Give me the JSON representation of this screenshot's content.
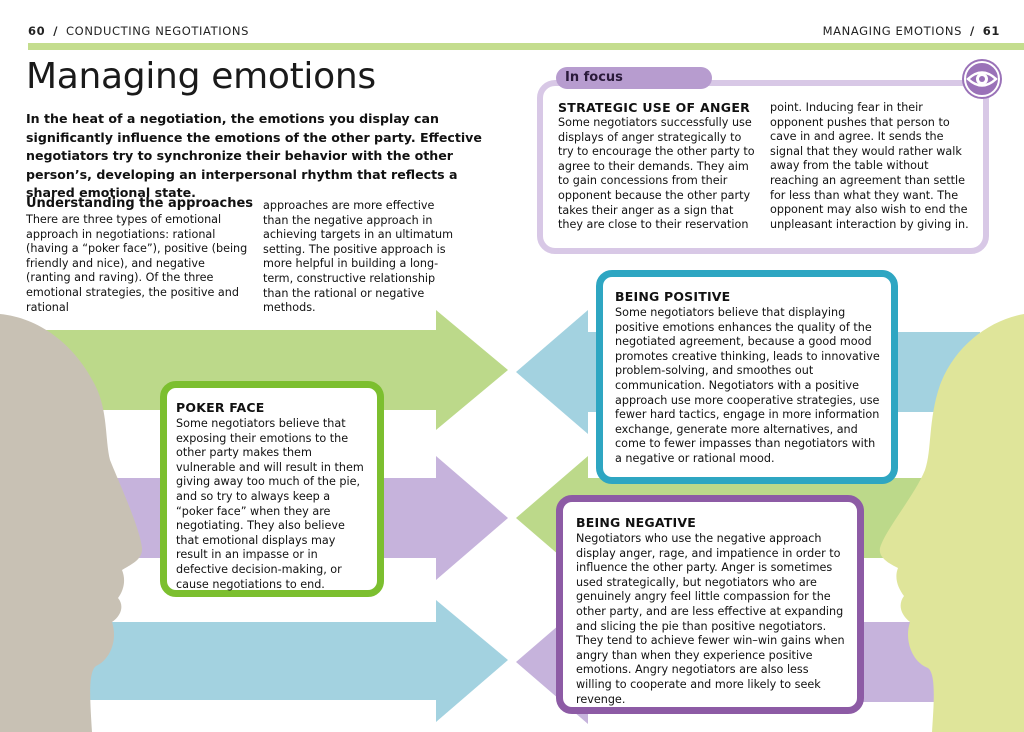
{
  "header": {
    "left_page": "60",
    "left_section": "CONDUCTING NEGOTIATIONS",
    "right_section": "MANAGING EMOTIONS",
    "right_page": "61",
    "slash": "/"
  },
  "title": "Managing emotions",
  "intro": "In the heat of a negotiation, the emotions you display can significantly influence the emotions of the other party. Effective negotiators try to synchronize their behavior with the other person’s, developing an interpersonal rhythm that reflects a shared emotional state.",
  "approaches": {
    "heading": "Understanding the approaches",
    "col1": "There are three types of emotional approach in negotiations: rational (having a “poker face”), positive (being friendly and nice), and negative (ranting and raving). Of the three emotional strategies, the positive and rational",
    "col2": "approaches are more effective than the negative approach in achieving targets in an ultimatum setting. The positive approach is more helpful in building a long-term, constructive relationship than the rational or negative methods."
  },
  "in_focus": {
    "label": "In focus",
    "icon": "eye-icon",
    "title": "STRATEGIC USE OF ANGER",
    "col1": "Some negotiators successfully use displays of anger strategically to try to encourage the other party to agree to their demands. They aim to gain concessions from their opponent because the other party takes their anger as a sign that they are close to their reservation",
    "col2": "point. Inducing fear in their opponent pushes that person to cave in and agree. It sends the signal that they would rather walk away from the table without reaching an agreement than settle for less than what they want. The opponent may also wish to end the unpleasant interaction by giving in."
  },
  "boxes": {
    "poker": {
      "title": "POKER FACE",
      "text": "Some negotiators believe that exposing their emotions to the other party makes them vulnerable and will result in them giving away too much of the pie, and so try to always keep a “poker face” when they are negotiating. They also believe that emotional displays may result in an impasse or in defective decision-making, or cause negotiations to end."
    },
    "positive": {
      "title": "BEING POSITIVE",
      "text": "Some negotiators believe that displaying positive emotions enhances the quality of the negotiated agreement, because a good mood promotes creative thinking, leads to innovative problem-solving, and smoothes out communication. Negotiators with a positive approach use more cooperative strategies, use fewer hard tactics, engage in more information exchange, generate more alternatives, and come to fewer impasses than negotiators with a negative or rational mood."
    },
    "negative": {
      "title": "BEING NEGATIVE",
      "text": "Negotiators who use the negative approach display anger, rage, and impatience in order to influence the other party. Anger is sometimes used strategically, but negotiators who are genuinely angry feel little compassion for the other party, and are less effective at expanding and slicing the pie than positive negotiators. They tend to achieve fewer win–win gains when angry than when they experience positive emotions. Angry negotiators are also less willing to cooperate and more likely to seek revenge."
    }
  },
  "colors": {
    "green": "#7cbf2f",
    "light_green": "#bcd98a",
    "blue": "#2ea6c2",
    "light_blue": "#a3d2e0",
    "purple": "#8d5ba5",
    "light_purple": "#c6b3dc",
    "head_left": "#c8c1b4",
    "head_right": "#dfe59a"
  }
}
